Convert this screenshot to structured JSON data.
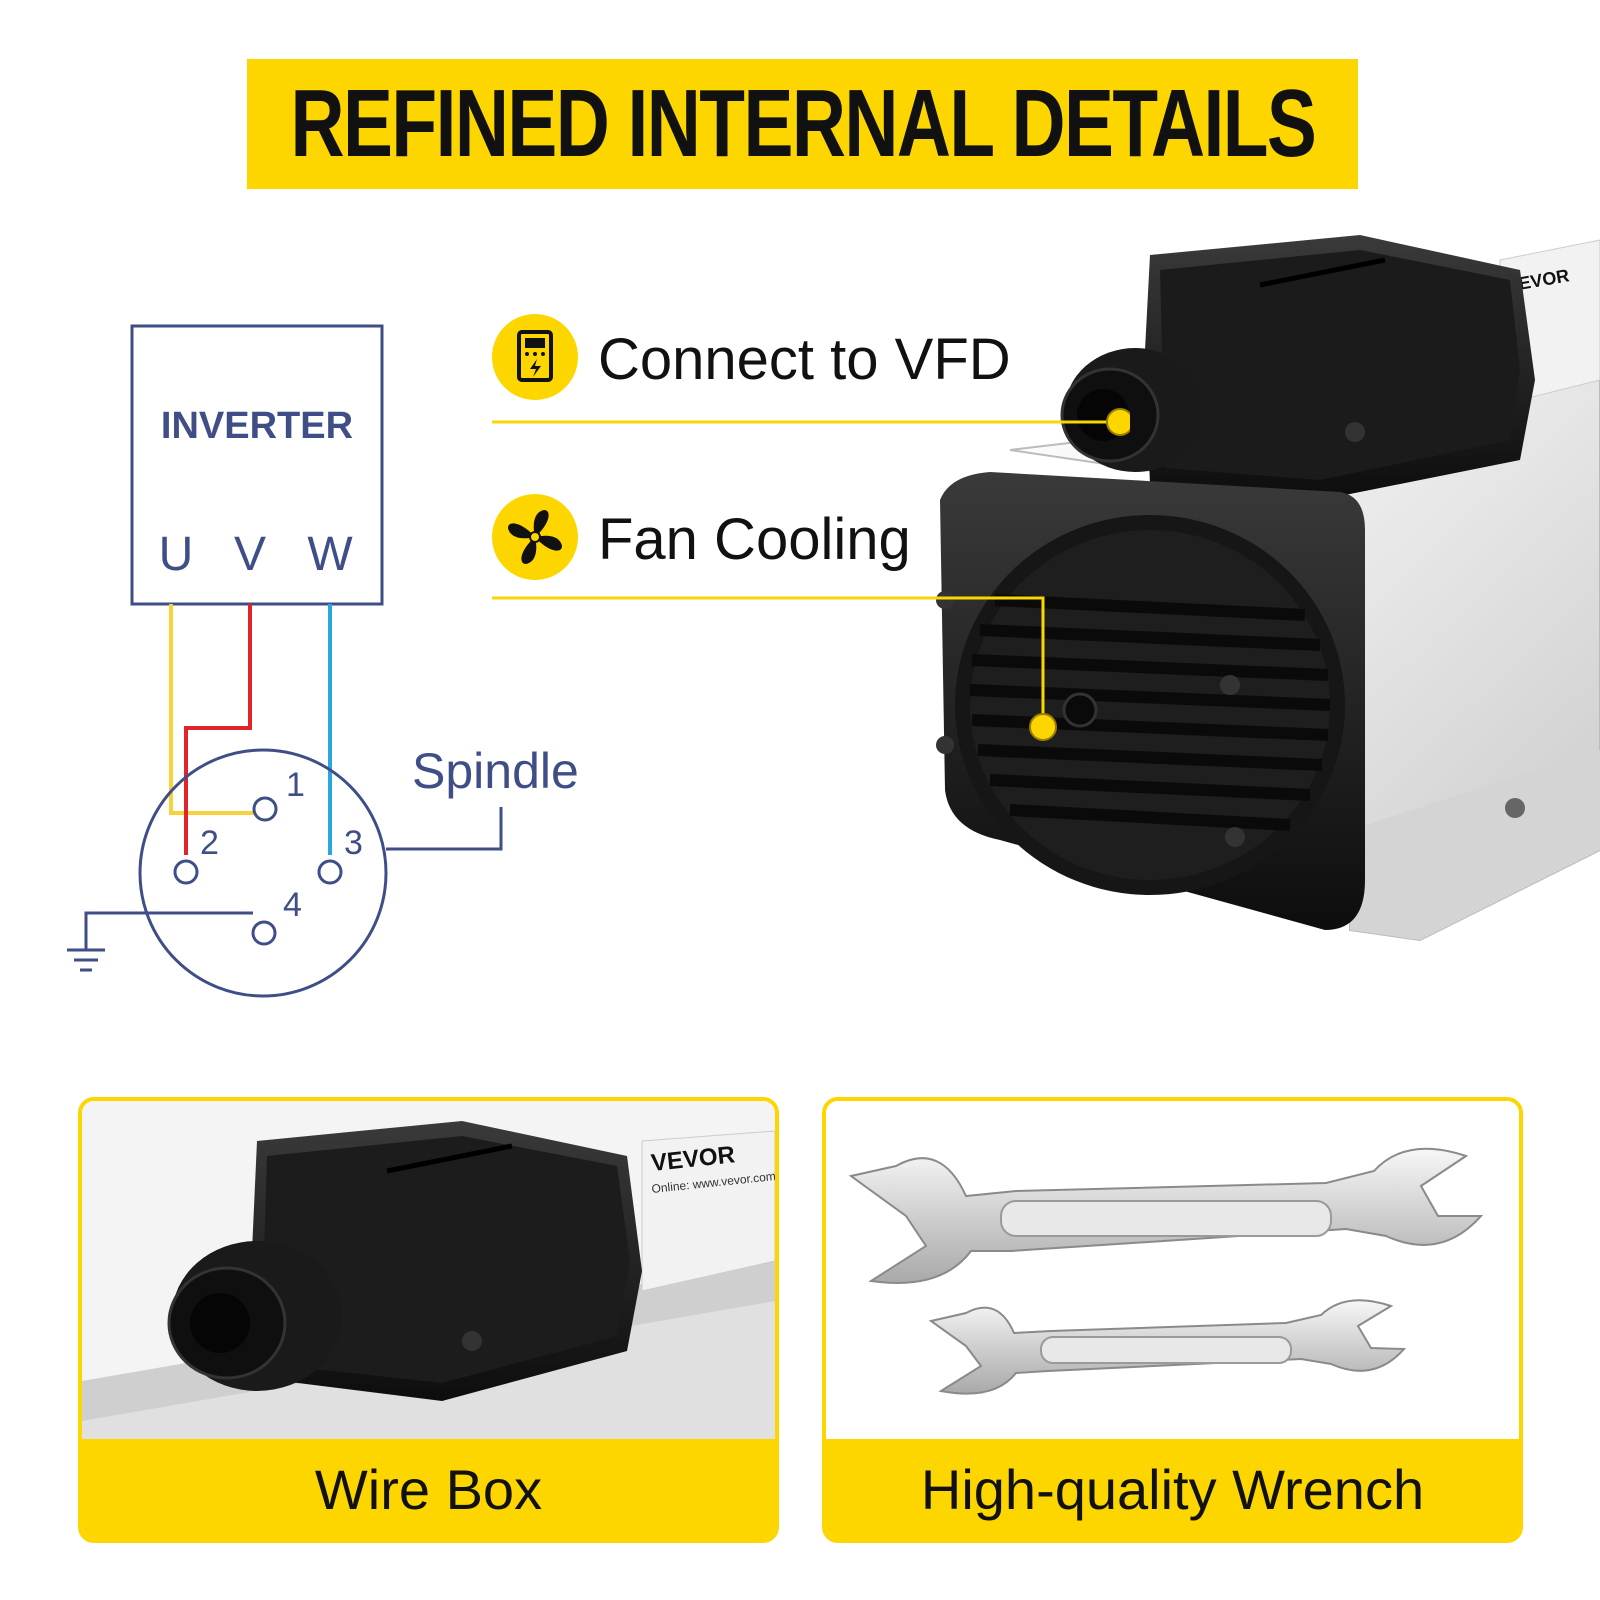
{
  "banner": {
    "title": "REFINED INTERNAL DETAILS"
  },
  "features": {
    "vfd": {
      "label": "Connect to VFD",
      "icon": "vfd-controller-icon"
    },
    "fan": {
      "label": "Fan Cooling",
      "icon": "fan-icon"
    }
  },
  "wiring": {
    "inverter_label": "INVERTER",
    "terminals": [
      "U",
      "V",
      "W"
    ],
    "spindle_label": "Spindle",
    "pins": [
      "1",
      "2",
      "3",
      "4"
    ]
  },
  "product_label": {
    "brand": "VEVOR",
    "url": "Online: www.vevor.com"
  },
  "cards": {
    "wire_box": {
      "caption": "Wire Box"
    },
    "wrench": {
      "caption": "High-quality Wrench"
    }
  },
  "colors": {
    "accent": "#fdd600",
    "diagram_blue": "#3f4e86",
    "wire_yellow": "#f7d23a",
    "wire_red": "#e0242c",
    "wire_cyan": "#29a8e0"
  }
}
